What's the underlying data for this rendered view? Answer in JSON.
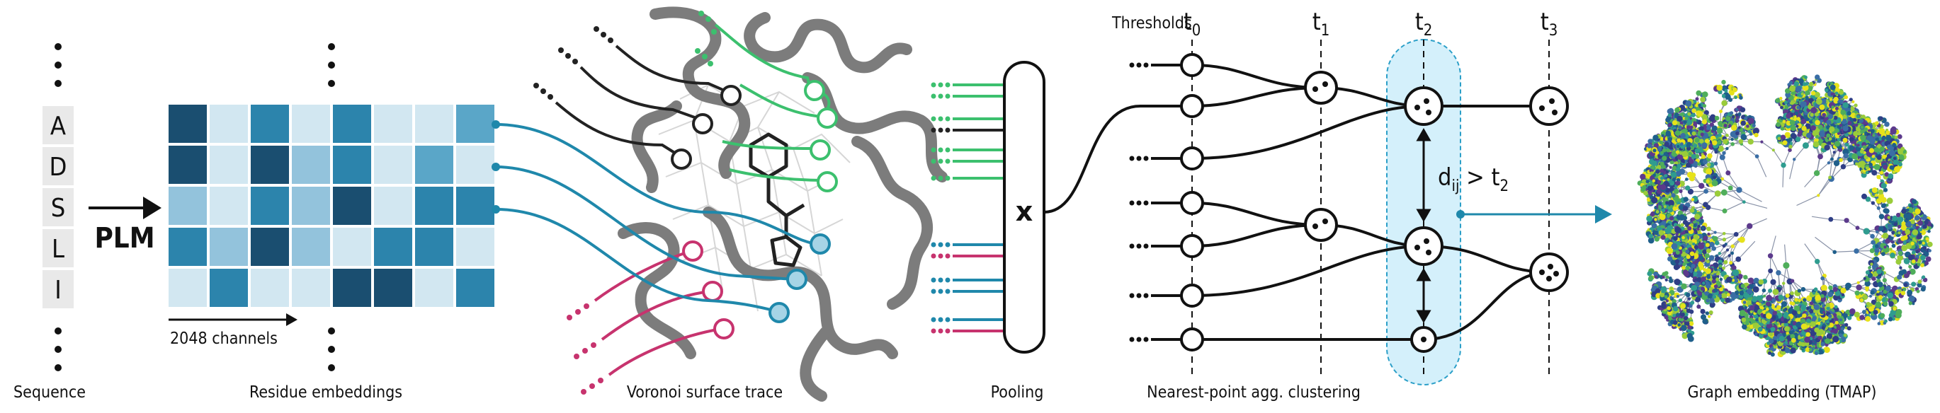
{
  "colors": {
    "dark": "#222222",
    "teal": "#1f88ab",
    "green": "#3cc06e",
    "magenta": "#c7336e",
    "gray_chain": "#7c7c7c",
    "highlight_fill": "#d4f0fb",
    "highlight_stroke": "#2b9fc8",
    "heat_colors": [
      "#1a4e70",
      "#2c84ac",
      "#93c3dc",
      "#d2e7f1",
      "#5aa6c8"
    ]
  },
  "sequence": {
    "letters": [
      "A",
      "D",
      "S",
      "L",
      "I"
    ],
    "caption": "Sequence"
  },
  "plm": {
    "label": "PLM"
  },
  "embeddings": {
    "caption": "Residue embeddings",
    "channels_label": "2048 channels",
    "matrix": [
      [
        0,
        3,
        1,
        3,
        1,
        3,
        3,
        4
      ],
      [
        0,
        3,
        0,
        2,
        1,
        3,
        4,
        3
      ],
      [
        2,
        3,
        1,
        2,
        0,
        3,
        1,
        1
      ],
      [
        1,
        2,
        0,
        2,
        3,
        1,
        1,
        3
      ],
      [
        3,
        1,
        3,
        3,
        0,
        0,
        3,
        1
      ]
    ]
  },
  "voronoi": {
    "caption": "Voronoi surface trace"
  },
  "pooling": {
    "caption": "Pooling",
    "symbol": "x"
  },
  "clustering": {
    "caption": "Nearest-point agg. clustering",
    "thresholds_label": "Thresholds",
    "t_main": [
      "t",
      "t",
      "t",
      "t"
    ],
    "t_sub": [
      "0",
      "1",
      "2",
      "3"
    ],
    "distance_main": "d",
    "distance_sub": "ij",
    "distance_op": " > t",
    "distance_op_sub": "2"
  },
  "graph": {
    "caption": "Graph embedding (TMAP)"
  }
}
